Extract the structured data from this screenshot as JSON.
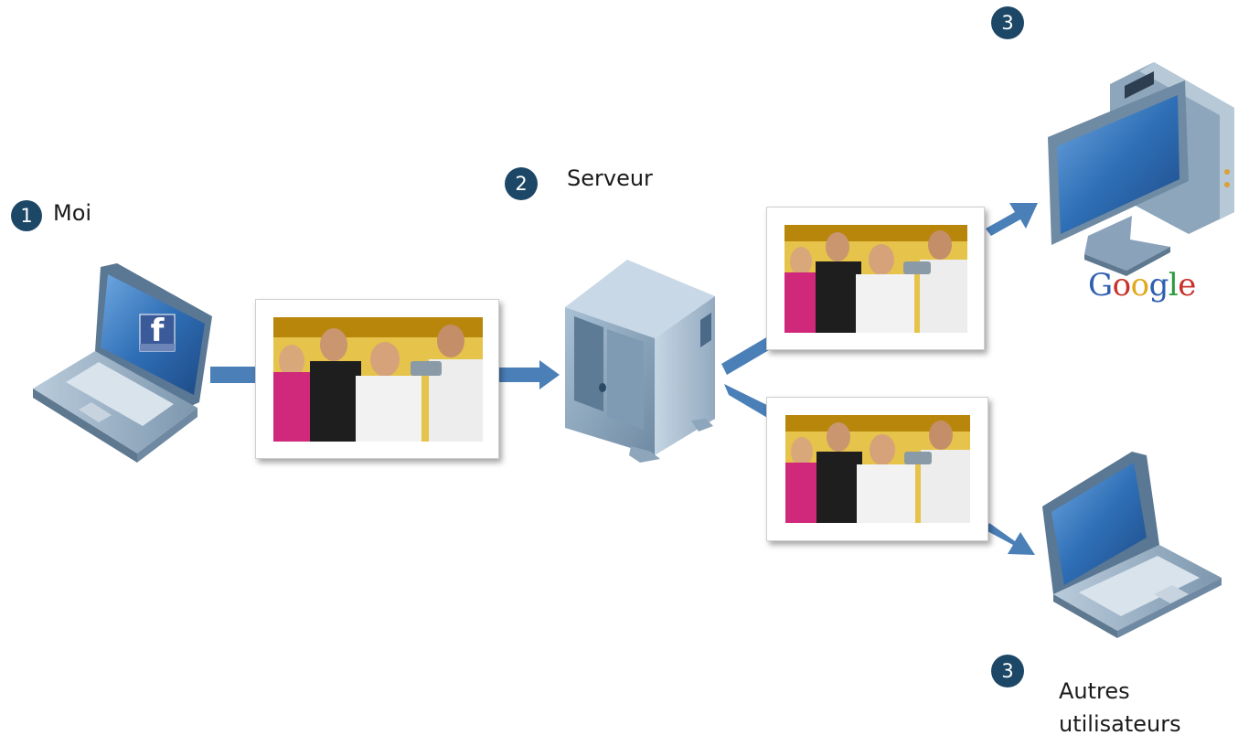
{
  "nodes": {
    "me": {
      "step": "1",
      "label": "Moi"
    },
    "server": {
      "step": "2",
      "label": "Serveur"
    },
    "google": {
      "step": "3",
      "logo_text": "Google"
    },
    "other_users": {
      "step": "3",
      "label_line1": "Autres",
      "label_line2": "utilisateurs"
    }
  },
  "laptop_screen_badge": "f",
  "colors": {
    "badge": "#1d4766",
    "arrow": "#4a7fb8",
    "device_body": "#8aa3bb",
    "screen": "#2f6fb6",
    "google_letters": [
      "#2f5fb0",
      "#c8322a",
      "#e0a81c",
      "#2f5fb0",
      "#2d9a3e",
      "#c8322a"
    ]
  }
}
